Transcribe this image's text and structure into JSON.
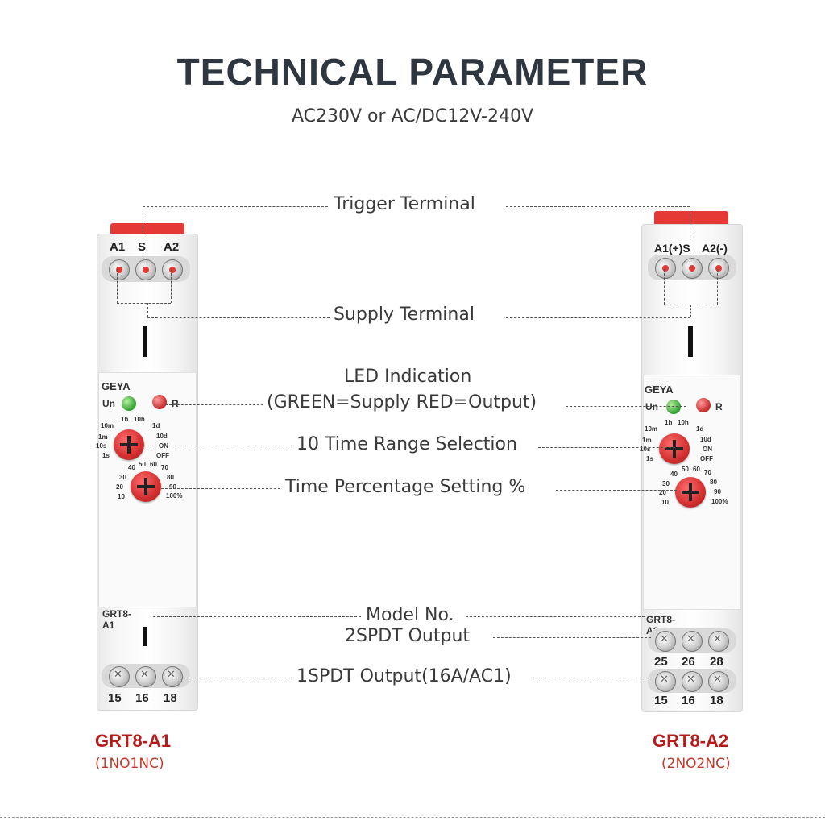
{
  "header": {
    "title": "TECHNICAL PARAMETER",
    "subtitle": "AC230V or AC/DC12V-240V"
  },
  "callouts": {
    "trigger": "Trigger Terminal",
    "supply": "Supply Terminal",
    "led_title": "LED Indication",
    "led_desc": "(GREEN=Supply   RED=Output)",
    "range": "10 Time Range Selection",
    "percent": "Time Percentage Setting %",
    "model": "Model No.",
    "out2": "2SPDT Output",
    "out1": "1SPDT Output(16A/AC1)"
  },
  "left_device": {
    "terminals": [
      "A1",
      "S",
      "A2"
    ],
    "brand": "GEYA",
    "led_labels": [
      "Un",
      "R"
    ],
    "range_marks": [
      "1h",
      "10h",
      "10m",
      "1d",
      "1m",
      "10d",
      "10s",
      "ON",
      "1s",
      "OFF"
    ],
    "pct_marks": [
      "40",
      "50",
      "60",
      "70",
      "30",
      "80",
      "20",
      "90",
      "10",
      "100%"
    ],
    "model_mark": "GRT8-A1",
    "outputs": [
      "15",
      "16",
      "18"
    ],
    "name": "GRT8-A1",
    "contacts": "(1NO1NC)"
  },
  "right_device": {
    "terminals": [
      "A1(+)S",
      "A2(-)"
    ],
    "brand": "GEYA",
    "led_labels": [
      "Un",
      "R"
    ],
    "range_marks": [
      "1h",
      "10h",
      "10m",
      "1d",
      "1m",
      "10d",
      "10s",
      "ON",
      "1s",
      "OFF"
    ],
    "pct_marks": [
      "40",
      "50",
      "60",
      "70",
      "30",
      "80",
      "20",
      "90",
      "10",
      "100%"
    ],
    "model_mark": "GRT8-A2",
    "outputs_top": [
      "25",
      "26",
      "28"
    ],
    "outputs": [
      "15",
      "16",
      "18"
    ],
    "name": "GRT8-A2",
    "contacts": "(2NO2NC)"
  }
}
